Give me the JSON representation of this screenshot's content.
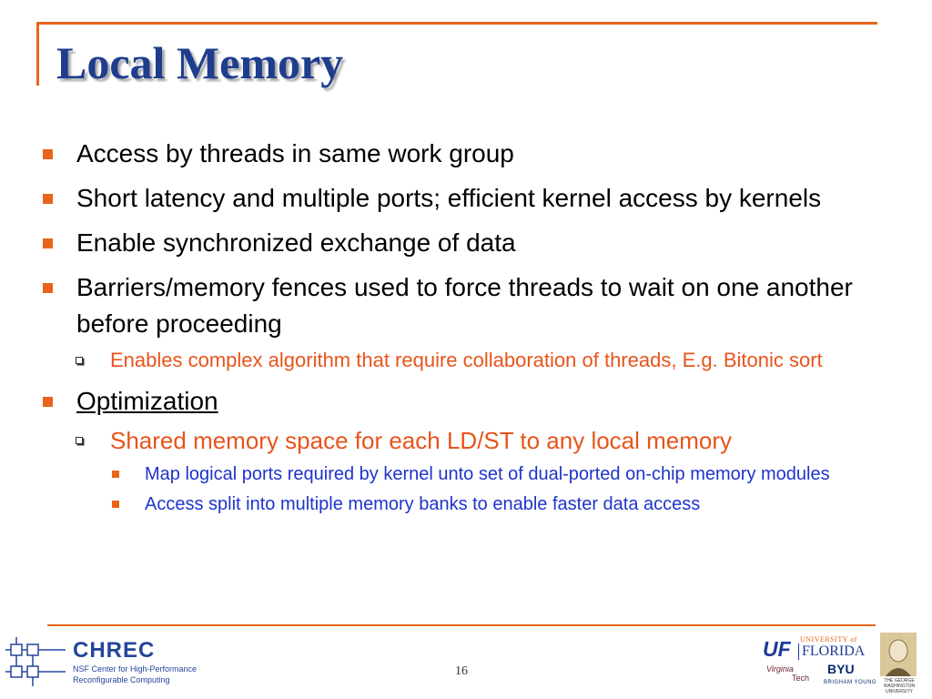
{
  "slide": {
    "title": "Local Memory",
    "page_number": "16",
    "bullets": [
      {
        "level": 1,
        "text": "Access by threads in same work group"
      },
      {
        "level": 1,
        "text": "Short latency and multiple ports; efficient kernel access by kernels"
      },
      {
        "level": 1,
        "text": "Enable synchronized exchange of data"
      },
      {
        "level": 1,
        "text": "Barriers/memory fences used to force threads to wait on one another before proceeding"
      },
      {
        "level": 2,
        "text": "Enables complex algorithm that require collaboration of threads, E.g. Bitonic sort"
      },
      {
        "level": 1,
        "text": "Optimization"
      },
      {
        "level": 2,
        "text": "Shared memory space for each LD/ST to any local memory"
      },
      {
        "level": 3,
        "text": "Map logical ports required by kernel unto set of dual-ported on-chip memory modules"
      },
      {
        "level": 3,
        "text": "Access split into multiple memory banks to enable faster data access"
      }
    ]
  },
  "footer": {
    "chrec": {
      "name": "CHREC",
      "subtitle_line1": "NSF Center for High-Performance",
      "subtitle_line2": "Reconfigurable Computing"
    },
    "partners": {
      "uf_mark": "UF",
      "uf_university": "UNIVERSITY of",
      "uf_florida": "FLORIDA",
      "vt_name": "Virginia",
      "vt_tech": "Tech",
      "byu": "BYU",
      "byu_sub": "BRIGHAM YOUNG",
      "gw_text": "THE GEORGE WASHINGTON UNIVERSITY"
    }
  },
  "colors": {
    "accent": "#e8641b",
    "title": "#1f3d8f",
    "level2_text": "#e8541b",
    "level3_text": "#1e34cc"
  },
  "icons": {
    "level1_bullet": "square-bullet-icon",
    "level2_bullet": "hollow-square-bullet-icon",
    "level3_bullet": "small-square-bullet-icon"
  }
}
